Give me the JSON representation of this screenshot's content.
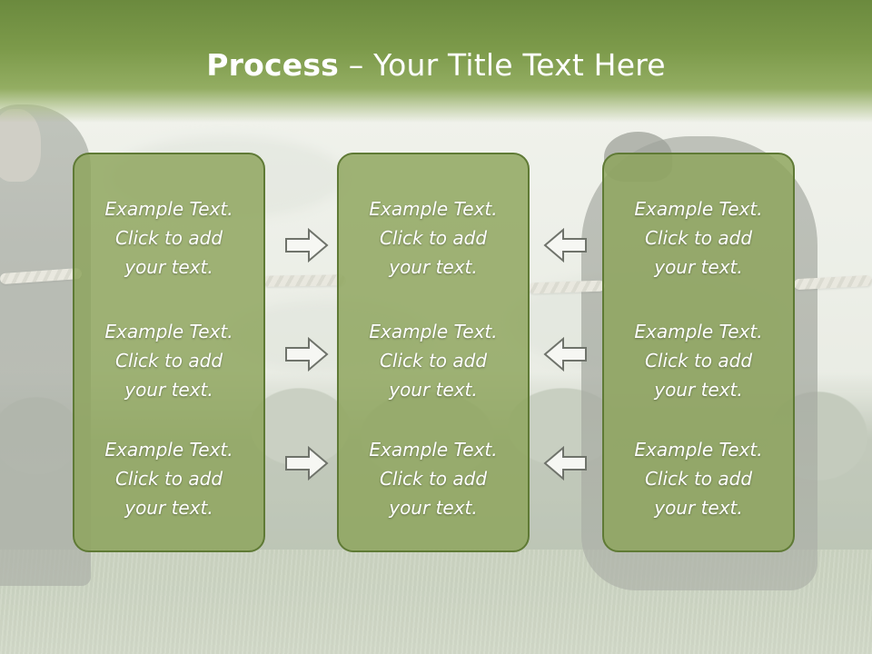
{
  "title": {
    "bold": "Process",
    "rest": " – Your Title Text Here"
  },
  "columns": [
    {
      "items": [
        {
          "line1": "Example Text.",
          "line2": "Click  to add",
          "line3": "your text."
        },
        {
          "line1": "Example Text.",
          "line2": "Click  to add",
          "line3": "your text."
        },
        {
          "line1": "Example Text.",
          "line2": "Click  to add",
          "line3": "your text."
        }
      ]
    },
    {
      "items": [
        {
          "line1": "Example Text.",
          "line2": "Click  to add",
          "line3": "your text."
        },
        {
          "line1": "Example Text.",
          "line2": "Click  to add",
          "line3": "your text."
        },
        {
          "line1": "Example Text.",
          "line2": "Click  to add",
          "line3": "your text."
        }
      ]
    },
    {
      "items": [
        {
          "line1": "Example Text.",
          "line2": "Click  to add",
          "line3": "your text."
        },
        {
          "line1": "Example Text.",
          "line2": "Click  to add",
          "line3": "your text."
        },
        {
          "line1": "Example Text.",
          "line2": "Click  to add",
          "line3": "your text."
        }
      ]
    }
  ],
  "arrows": {
    "left_group_direction": "right",
    "right_group_direction": "left"
  },
  "colors": {
    "title_band": "#7c9a4a",
    "box_fill": "#8ca35a",
    "box_border": "#5f7a35",
    "text": "#ffffff"
  }
}
